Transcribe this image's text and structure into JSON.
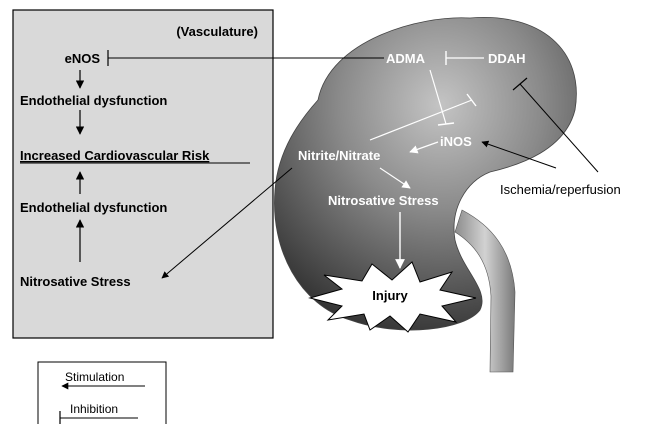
{
  "colors": {
    "panel_fill": "#d9d9d9",
    "kidney_light": "#b9b9b9",
    "kidney_dark": "#3a3a3a",
    "ureter": "#a9a9a9",
    "text_dark": "#000000",
    "text_light": "#ffffff"
  },
  "vasculature": {
    "title": "(Vasculature)",
    "enos": "eNOS",
    "endo_dys_top": "Endothelial dysfunction",
    "risk": "Increased Cardiovascular Risk",
    "endo_dys_bottom": "Endothelial dysfunction",
    "nitro_stress": "Nitrosative Stress"
  },
  "kidney": {
    "adma": "ADMA",
    "ddah": "DDAH",
    "inos": "iNOS",
    "nitrite": "Nitrite/Nitrate",
    "nitro_stress": "Nitrosative Stress",
    "injury": "Injury"
  },
  "external": {
    "ischemia": "Ischemia/reperfusion"
  },
  "legend": {
    "stimulation": "Stimulation",
    "inhibition": "Inhibition"
  }
}
